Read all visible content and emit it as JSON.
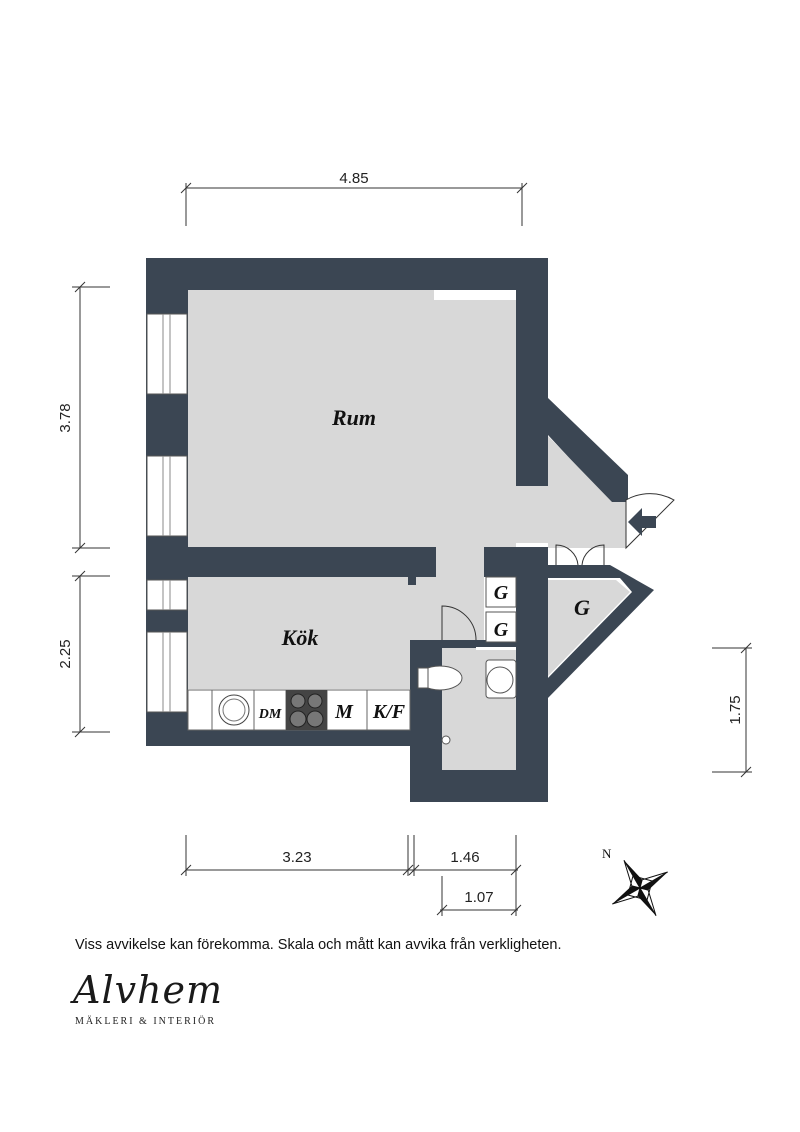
{
  "colors": {
    "wall": "#3b4653",
    "floor": "#d8d8d8",
    "line": "#333333"
  },
  "dimensions": {
    "top_width": "4.85",
    "left_room": "3.78",
    "left_kitchen": "2.25",
    "right_side": "1.75",
    "bottom_kitchen": "3.23",
    "bottom_bath": "1.46",
    "bottom_inner": "1.07"
  },
  "rooms": {
    "rum": "Rum",
    "kok": "Kök",
    "garderob": "G",
    "closet_1": "G",
    "closet_2": "G",
    "dishwasher": "DM",
    "microwave": "M",
    "fridge_freezer": "K/F"
  },
  "compass": {
    "north_label": "N",
    "icon": "compass-rose-icon"
  },
  "entrance_icon": "entrance-arrow-icon",
  "disclaimer": "Viss avvikelse kan förekomma. Skala och mått kan avvika från verkligheten.",
  "brand": {
    "logo": "Alvhem",
    "tagline": "MÄKLERI & INTERIÖR"
  }
}
